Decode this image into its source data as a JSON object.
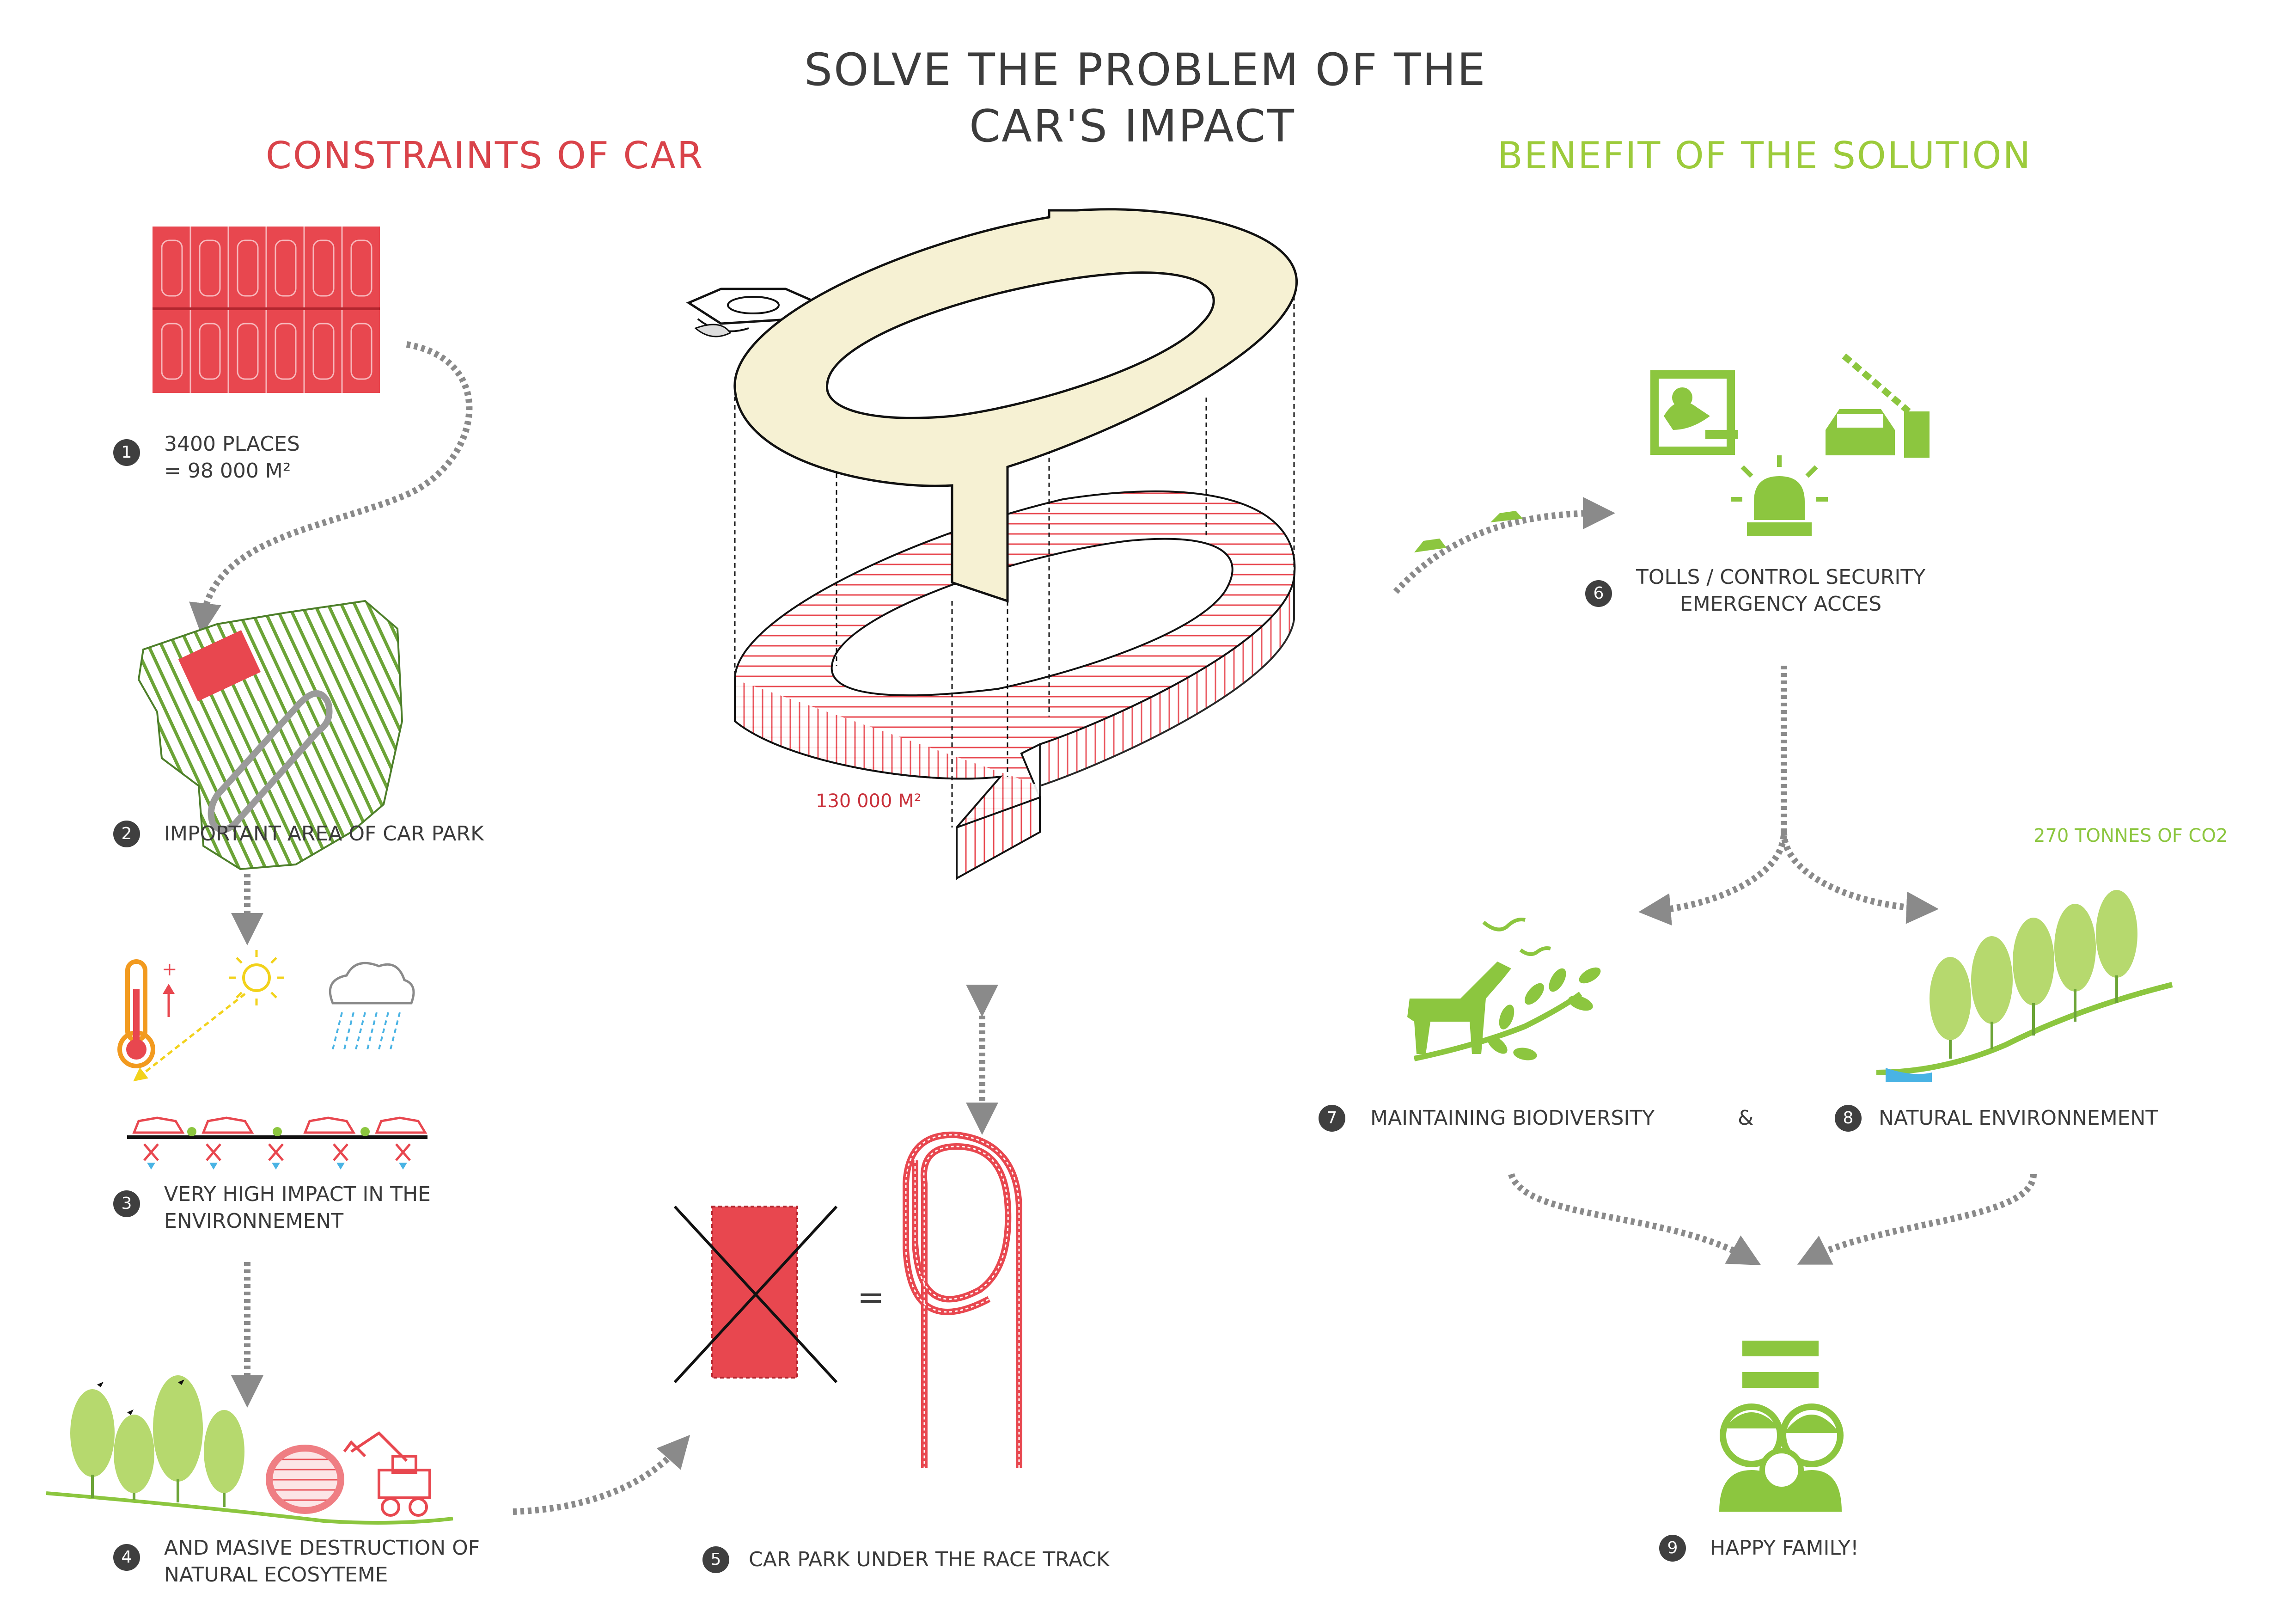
{
  "title": {
    "line1": "SOLVE THE PROBLEM OF THE",
    "line2": "CAR'S IMPACT"
  },
  "headings": {
    "constraints": "CONSTRAINTS OF CAR",
    "benefits": "BENEFIT OF THE SOLUTION"
  },
  "steps": [
    {
      "number": "1",
      "lines": [
        "3400 PLACES",
        "= 98 000 M²"
      ]
    },
    {
      "number": "2",
      "lines": [
        "IMPORTANT AREA OF CAR PARK"
      ]
    },
    {
      "number": "3",
      "lines": [
        "VERY HIGH IMPACT IN THE",
        "ENVIRONNEMENT"
      ]
    },
    {
      "number": "4",
      "lines": [
        "AND MASIVE DESTRUCTION OF",
        "NATURAL ECOSYTEME"
      ]
    },
    {
      "number": "5",
      "lines": [
        "CAR PARK UNDER THE RACE TRACK"
      ]
    },
    {
      "number": "6",
      "lines": [
        "TOLLS / CONTROL SECURITY",
        "EMERGENCY ACCES"
      ]
    },
    {
      "number": "7",
      "lines": [
        "MAINTAINING BIODIVERSITY"
      ]
    },
    {
      "number": "8",
      "lines": [
        "NATURAL ENVIRONNEMENT"
      ]
    },
    {
      "number": "9",
      "lines": [
        "HAPPY FAMILY!"
      ]
    }
  ],
  "annotations": {
    "area": "130 000 M²",
    "co2": "270 TONNES OF CO2",
    "ampersand": "&",
    "equals": "="
  },
  "colors": {
    "red": "#e8474f",
    "red_dark": "#c9313b",
    "green": "#8cc63f",
    "green_light": "#b6d96e",
    "yellow": "#f2d21b",
    "orange": "#f29a1f",
    "blue": "#49b3e4",
    "track": "#f6f1d3",
    "grey": "#8a8a8a",
    "text": "#3a3a3a"
  },
  "icons": [
    "car-park-icon",
    "site-map-icon",
    "thermometer-icon",
    "sun-icon",
    "rain-cloud-icon",
    "cars-on-ground-icon",
    "trees-icon",
    "excavator-icon",
    "grandstand-icon",
    "race-track-icon",
    "car-park-underground-icon",
    "crossed-car-park-icon",
    "toll-booth-icon",
    "barrier-gate-icon",
    "emergency-light-icon",
    "horse-icon",
    "branch-icon",
    "birds-icon",
    "forest-slope-icon",
    "equals-icon",
    "family-icon",
    "arrow-icon"
  ]
}
